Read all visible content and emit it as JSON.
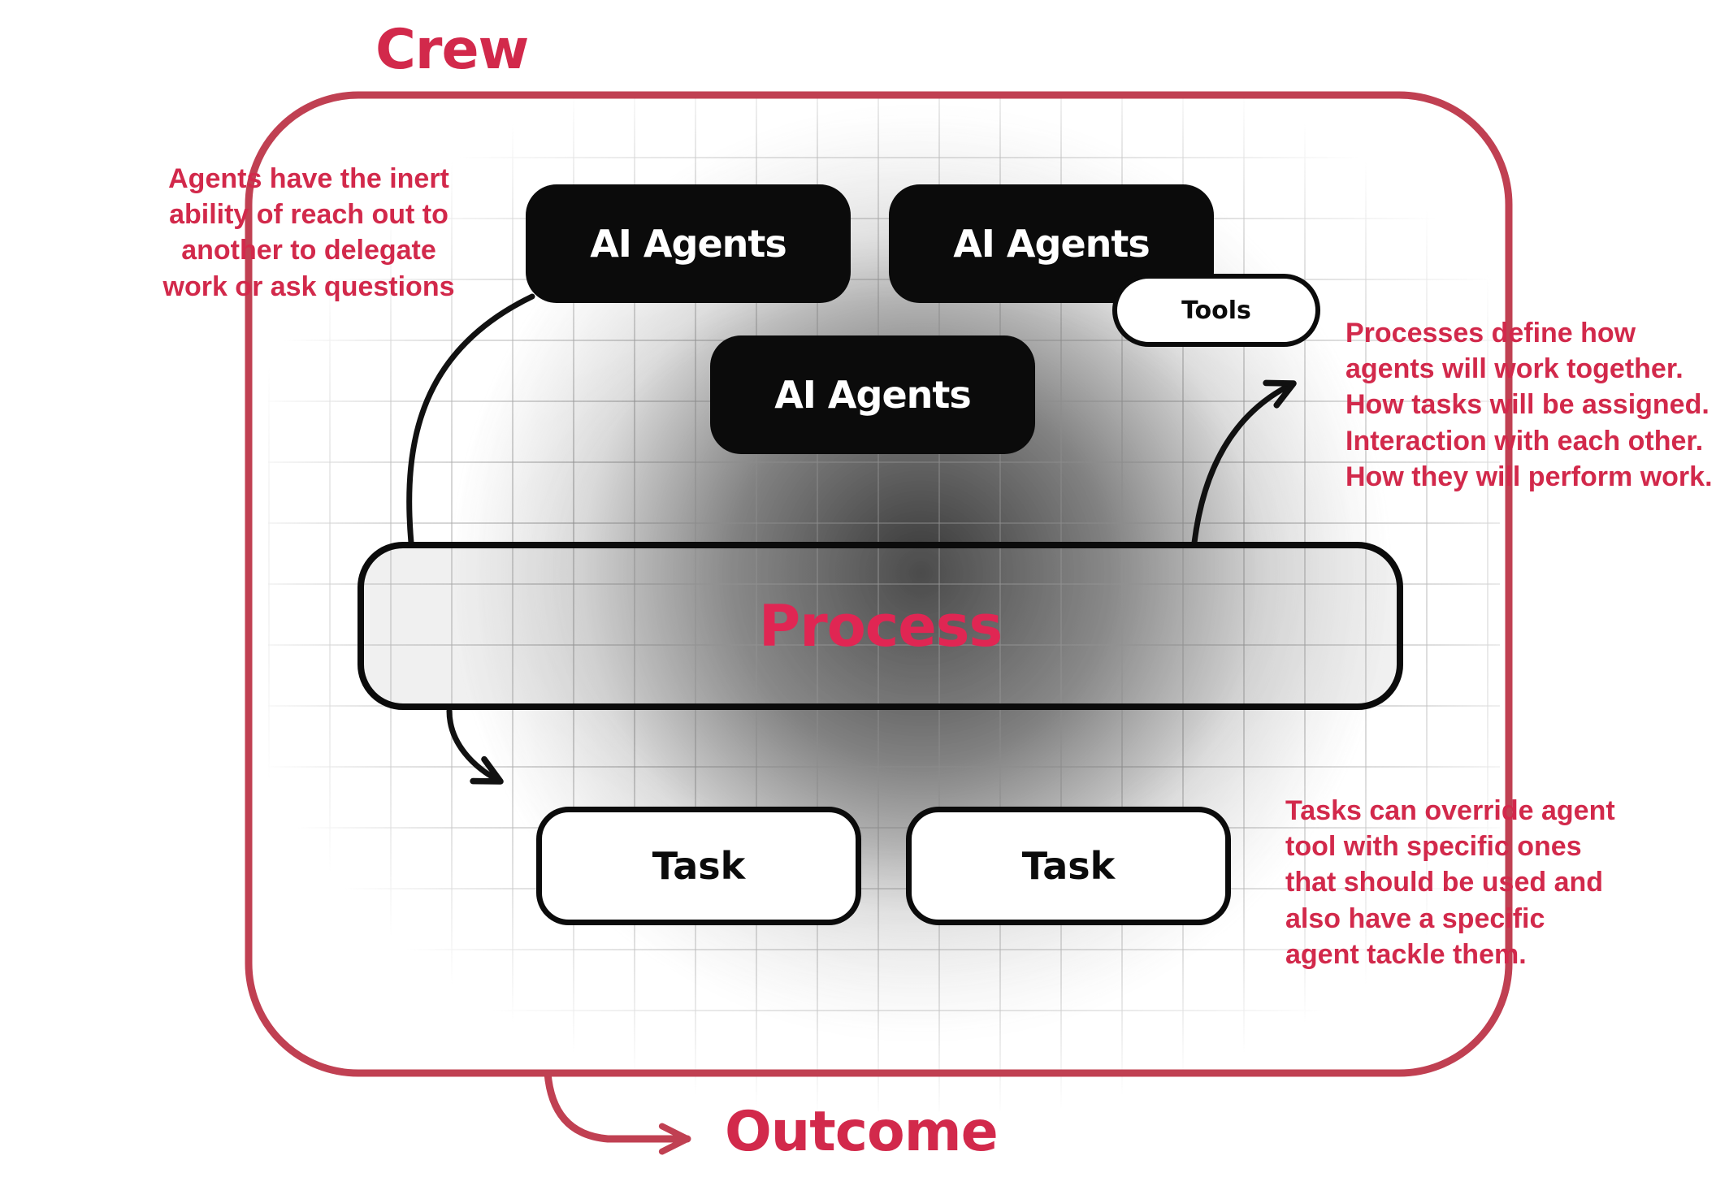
{
  "diagram": {
    "title": "Crew",
    "outcome_label": "Outcome",
    "agent_boxes": [
      {
        "label": "AI Agents"
      },
      {
        "label": "AI Agents"
      },
      {
        "label": "AI Agents"
      }
    ],
    "tools_label": "Tools",
    "process_label": "Process",
    "task_boxes": [
      {
        "label": "Task"
      },
      {
        "label": "Task"
      }
    ],
    "annotations": {
      "left": "Agents have the inert\nability of reach out to\nanother to delegate\nwork or ask questions",
      "right_top": "Processes define how\nagents will work together.\nHow tasks will be assigned.\nInteraction with each other.\nHow they will perform work.",
      "right_bottom": "Tasks can override agent\ntool with specific ones\nthat should be used and\nalso have a specific\nagent tackle them."
    },
    "colors": {
      "crimson_text": "#d2294b",
      "crimson_border": "#c04052",
      "process_text": "#e02653",
      "box_black": "#0b0b0b",
      "grid_line": "#c8c8c8"
    }
  }
}
